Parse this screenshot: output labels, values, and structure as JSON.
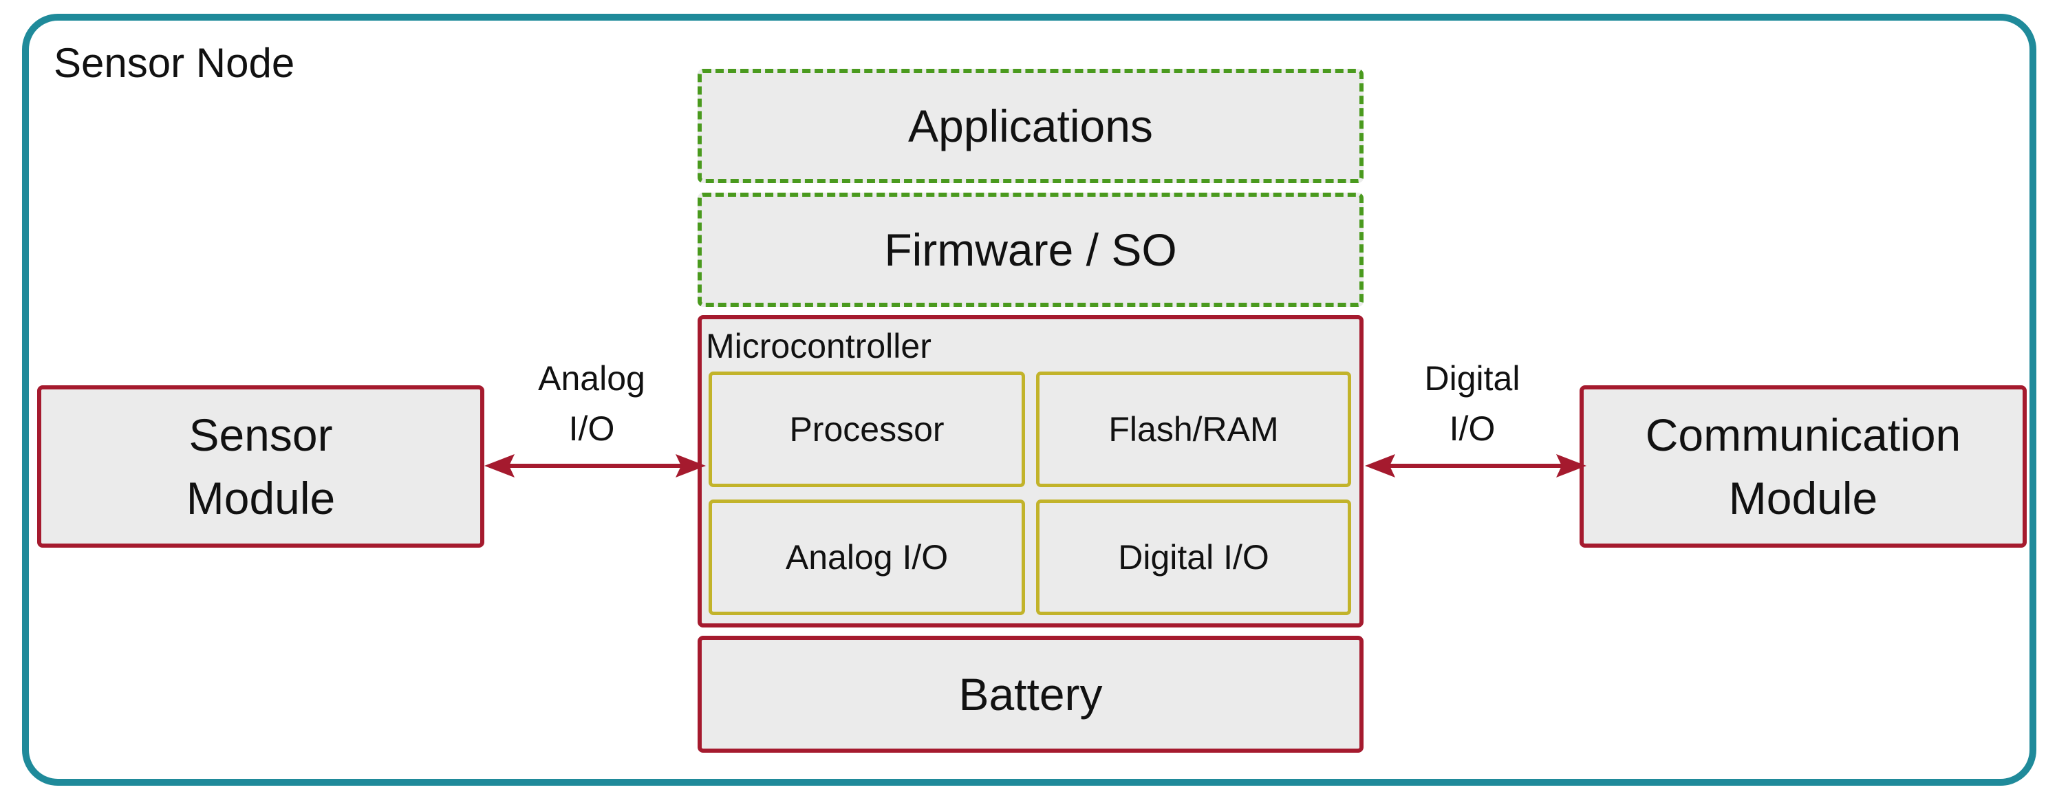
{
  "colors": {
    "outer_border": "#1f8a9a",
    "software_border": "#4a9a1e",
    "hardware_border": "#a51a2e",
    "subcomponent_border": "#c2b32a",
    "box_fill": "#ebebeb"
  },
  "diagram": {
    "title": "Sensor Node",
    "applications": "Applications",
    "firmware": "Firmware / SO",
    "microcontroller": {
      "label": "Microcontroller",
      "processor": "Processor",
      "memory": "Flash/RAM",
      "analog_io": "Analog I/O",
      "digital_io": "Digital I/O"
    },
    "battery": "Battery",
    "sensor_module": "Sensor\nModule",
    "communication_module": "Communication\nModule",
    "analog_link": "Analog\nI/O",
    "digital_link": "Digital\nI/O"
  }
}
